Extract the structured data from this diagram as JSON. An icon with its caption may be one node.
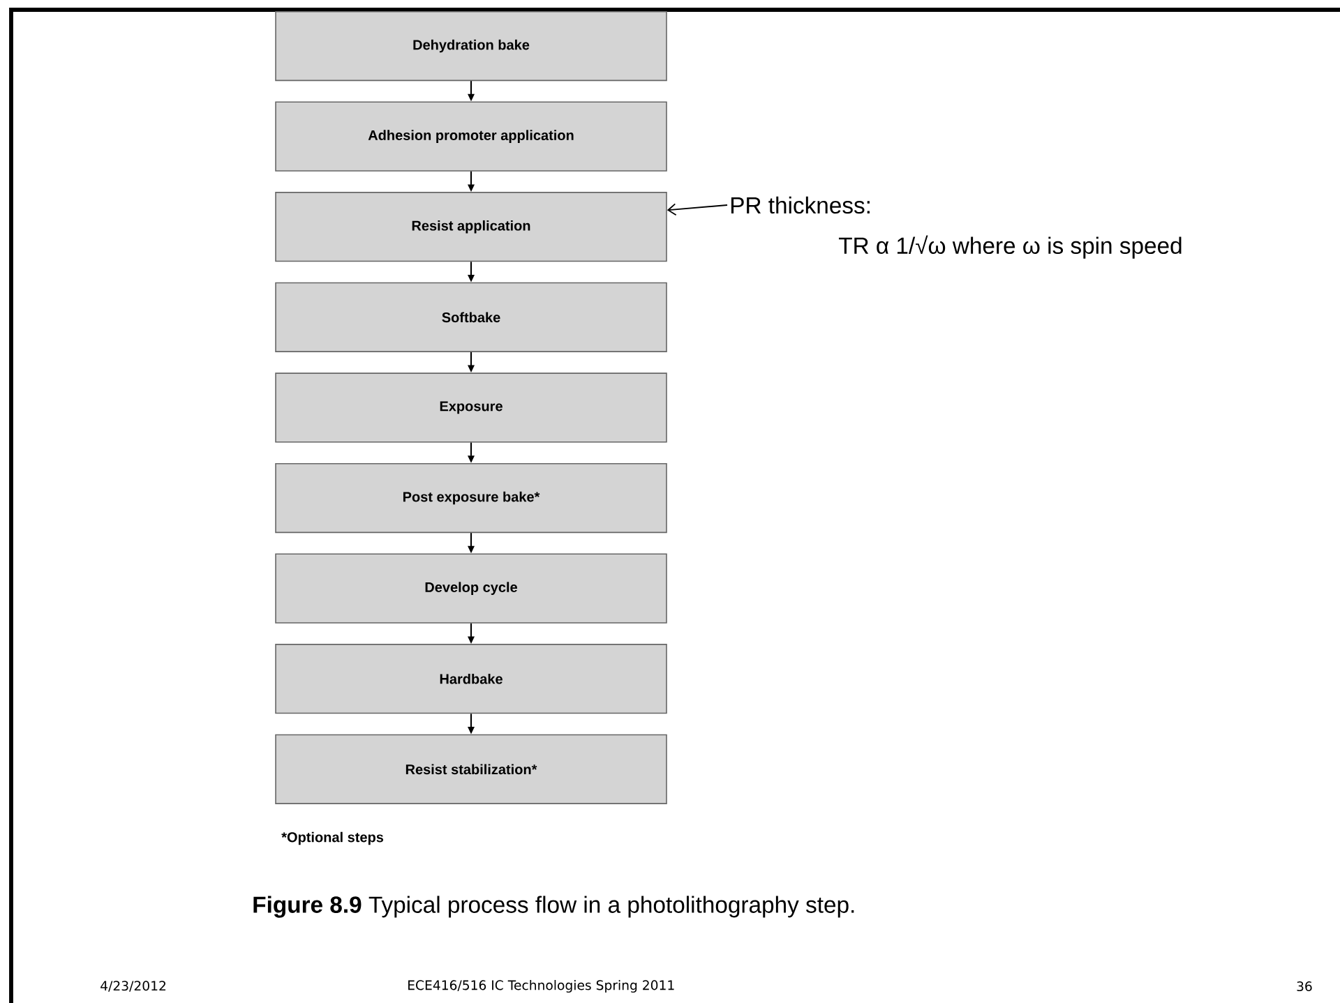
{
  "diagram": {
    "caption": "**Figure 8.9** Typical process flow in a photolithography step.",
    "nodes": [
      {
        "text": [
          "Dehydration bake"
        ]
      },
      {
        "text": [
          "Adhesion promoter application"
        ]
      },
      {
        "text": [
          "Resist application"
        ]
      },
      {
        "text": [
          "Softbake"
        ]
      },
      {
        "text": [
          "Exposure"
        ]
      },
      {
        "text": [
          "Post exposure bake*"
        ]
      },
      {
        "text": [
          "Develop cycle"
        ]
      },
      {
        "text": [
          "Hardbake"
        ]
      },
      {
        "text": [
          "Resist stabilization*"
        ]
      },
      {
        "text": [
          "PR thickness:"
        ],
        "beside": [
          "TR α 1/√ω where ω is spin speed"
        ]
      }
    ],
    "edges": [
      {
        "from": 0,
        "to": 1,
        "arrow": "to"
      },
      {
        "from": 1,
        "to": 2,
        "arrow": "to"
      },
      {
        "from": 2,
        "to": 3,
        "arrow": "to"
      },
      {
        "from": 3,
        "to": 4,
        "arrow": "to"
      },
      {
        "from": 4,
        "to": 5,
        "arrow": "to"
      },
      {
        "from": 5,
        "to": 6,
        "arrow": "to"
      },
      {
        "from": 6,
        "to": 7,
        "arrow": "to"
      },
      {
        "from": 7,
        "to": 8,
        "arrow": "to"
      },
      {
        "from": 9,
        "to": 2,
        "arrow": "to"
      }
    ],
    "labels": [
      "*Optional steps",
      "4/23/2012",
      "ECE416/516 IC Technologies Spring 2011",
      "36"
    ]
  }
}
